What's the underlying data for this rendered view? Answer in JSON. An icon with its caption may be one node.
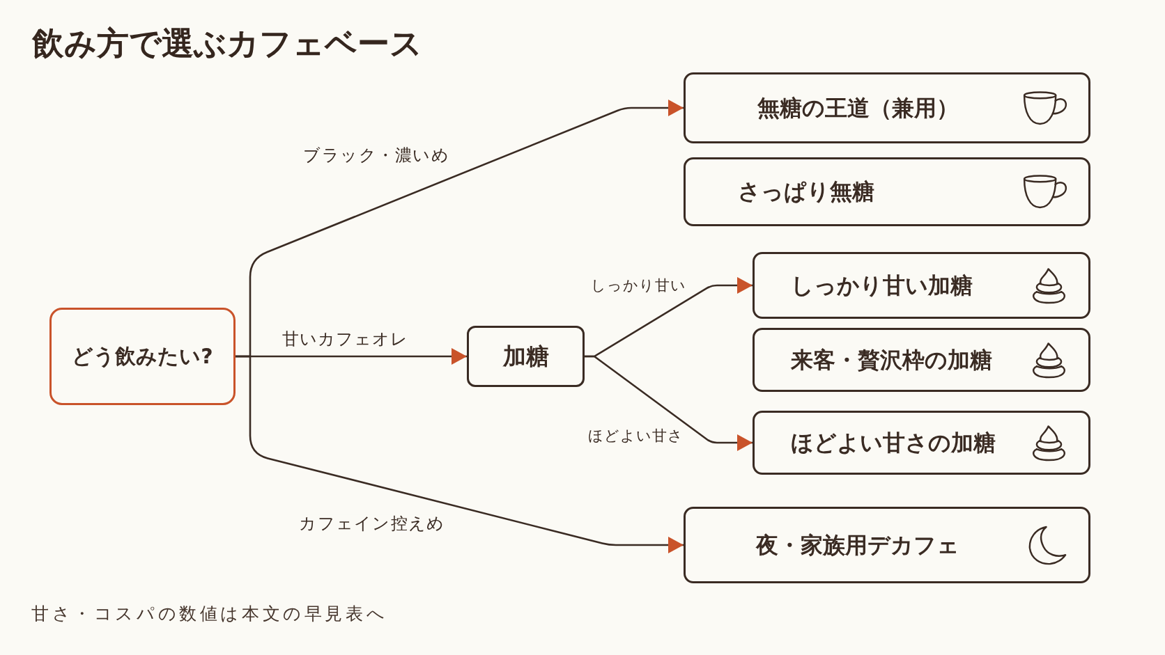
{
  "diagram": {
    "title": "飲み方で選ぶカフェベース",
    "nodes": [
      {
        "text": [
          "どう飲みたい?"
        ]
      },
      {
        "text": [
          "加糖"
        ]
      },
      {
        "text": [
          "無糖の王道（兼用）"
        ]
      },
      {
        "text": [
          "さっぱり無糖"
        ]
      },
      {
        "text": [
          "しっかり甘い加糖"
        ]
      },
      {
        "text": [
          "来客・贅沢枠の加糖"
        ]
      },
      {
        "text": [
          "ほどよい甘さの加糖"
        ]
      },
      {
        "text": [
          "夜・家族用デカフェ"
        ]
      }
    ],
    "edges": [
      {
        "from": 0,
        "to": 2,
        "arrow": "to",
        "label": "ブラック・濃いめ"
      },
      {
        "from": 0,
        "to": 1,
        "arrow": "to",
        "label": "甘いカフェオレ"
      },
      {
        "from": 0,
        "to": 7,
        "arrow": "to",
        "label": "カフェイン控えめ"
      },
      {
        "from": 1,
        "to": 4,
        "arrow": "to",
        "label": "しっかり甘い"
      },
      {
        "from": 1,
        "to": 6,
        "arrow": "to",
        "label": "ほどよい甘さ"
      }
    ],
    "labels": [
      "甘さ・コスパの数値は本文の早見表へ"
    ]
  }
}
